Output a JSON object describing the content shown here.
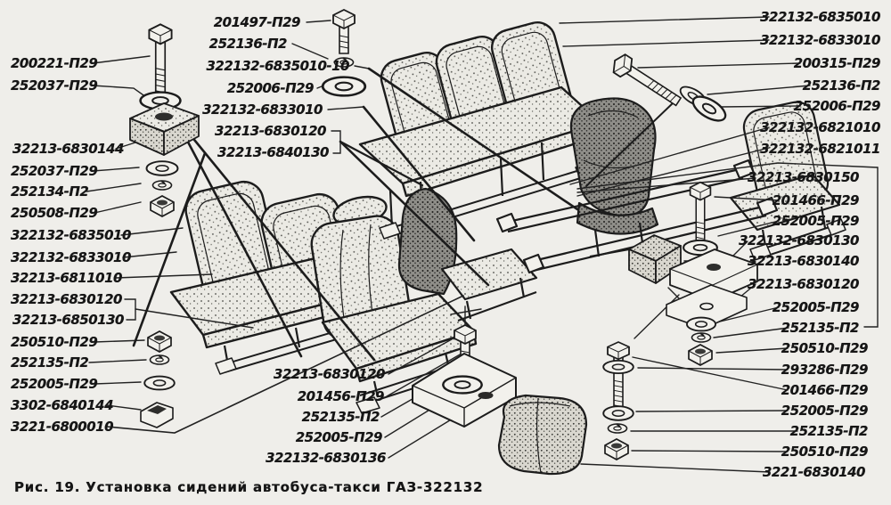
{
  "figure": {
    "caption": "Рис. 19. Установка сидений автобуса-такси ГАЗ-322132"
  },
  "colors": {
    "paper": "#efeeea",
    "ink": "#1c1c1c"
  },
  "labels": {
    "left": [
      "200221-П29",
      "252037-П29",
      "32213-6830144",
      "252037-П29",
      "252134-П2",
      "250508-П29",
      "322132-6835010",
      "322132-6833010",
      "32213-6811010",
      "32213-6830120",
      "32213-6850130",
      "250510-П29",
      "252135-П2",
      "252005-П29",
      "3302-6840144",
      "3221-6800010"
    ],
    "top_center": [
      "201497-П29",
      "252136-П2",
      "322132-6835010-10",
      "252006-П29",
      "322132-6833010",
      "32213-6830120",
      "32213-6840130"
    ],
    "right": [
      "322132-6835010",
      "322132-6833010",
      "200315-П29",
      "252136-П2",
      "252006-П29",
      "322132-6821010",
      "322132-6821011",
      "32213-6830150",
      "201466-П29",
      "252005-П29",
      "322132-6830130",
      "32213-6830140",
      "32213-6830120",
      "252005-П29",
      "252135-П2",
      "250510-П29",
      "293286-П29",
      "201466-П29",
      "252005-П29",
      "252135-П2",
      "250510-П29",
      "3221-6830140"
    ],
    "bottom_center": [
      "32213-6830120",
      "201456-П29",
      "252135-П2",
      "252005-П29",
      "322132-6830136"
    ]
  },
  "icons": {
    "bolt-icon": "hex-head bolt drawn as svg shape",
    "washer-icon": "flat washer drawn as svg ellipses",
    "lock-washer-icon": "spring washer ellipse with slit",
    "nut-icon": "hex nut svg shape",
    "rubber-block-icon": "rubber mounting cube",
    "bracket-icon": "mounting bracket plate",
    "rubber-cushion-icon": "rubber cushion block",
    "seat-icon": "stippled upholstered seat"
  }
}
